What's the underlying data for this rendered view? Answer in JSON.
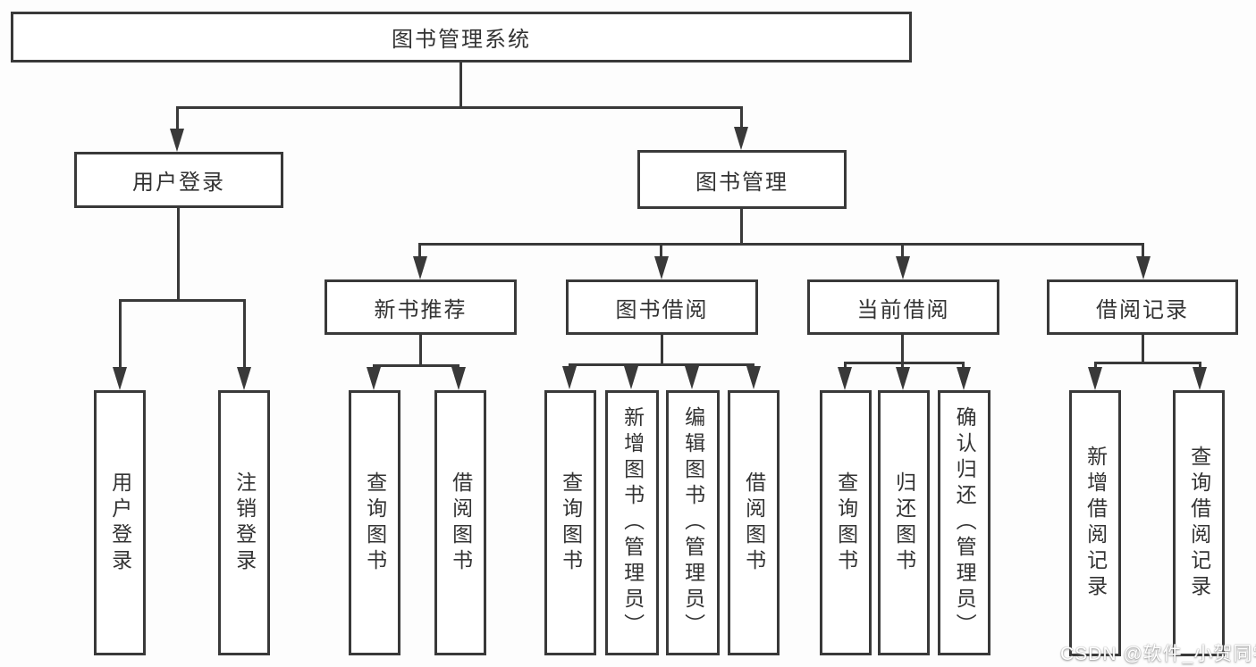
{
  "diagram": {
    "root": "图书管理系统",
    "branches": [
      {
        "label": "用户登录",
        "children": [
          "用户登录",
          "注销登录"
        ]
      },
      {
        "label": "图书管理",
        "children": [
          {
            "label": "新书推荐",
            "children": [
              "查询图书",
              "借阅图书"
            ]
          },
          {
            "label": "图书借阅",
            "children": [
              "查询图书",
              "新增图书（管理员）",
              "编辑图书（管理员）",
              "借阅图书"
            ]
          },
          {
            "label": "当前借阅",
            "children": [
              "查询图书",
              "归还图书",
              "确认归还（管理员）"
            ]
          },
          {
            "label": "借阅记录",
            "children": [
              "新增借阅记录",
              "查询借阅记录"
            ]
          }
        ]
      }
    ]
  },
  "watermark": "CSDN @软件_小贺同学",
  "colors": {
    "line": "#393939",
    "text": "#333333",
    "background": "#fdfdfd",
    "watermark": "#ffffff"
  }
}
